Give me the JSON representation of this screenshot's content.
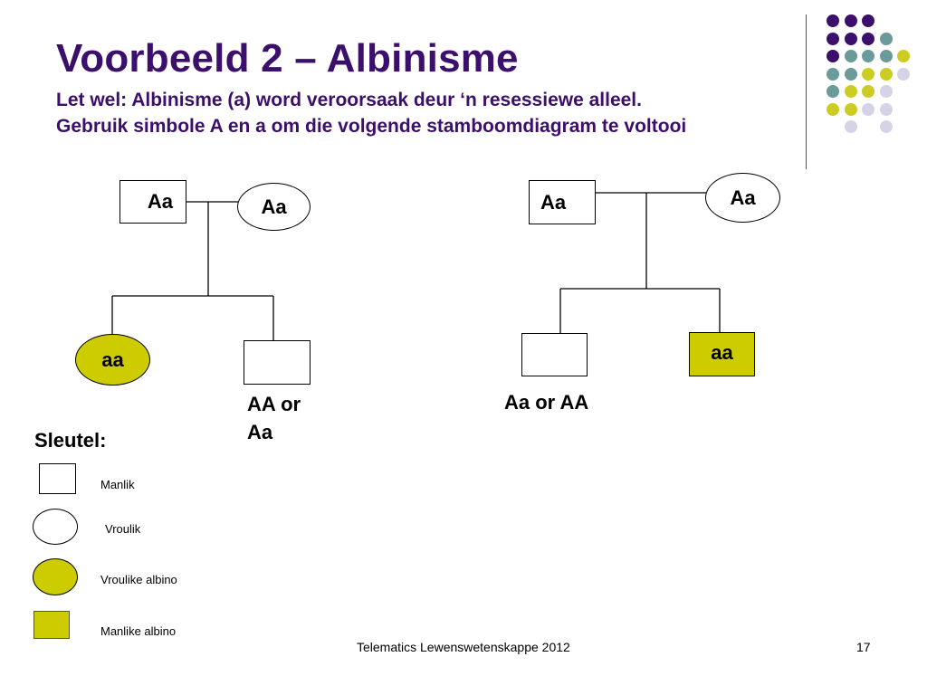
{
  "slide": {
    "title": "Voorbeeld 2 – Albinisme",
    "subtitle_line1": "Let wel: Albinisme (a) word veroorsaak deur ‘n resessiewe alleel.",
    "subtitle_line2": "Gebruik simbole A en a om die volgende stamboomdiagram te voltooi",
    "footer_text": "Telematics Lewenswetenskappe 2012",
    "page_number": "17"
  },
  "pedigree_left": {
    "father": "Aa",
    "mother": "Aa",
    "child1": "aa",
    "child2": "",
    "child2_label_line1": "AA or",
    "child2_label_line2": "Aa"
  },
  "pedigree_right": {
    "father": "Aa",
    "mother": "Aa",
    "child1": "",
    "child1_label": "Aa or AA",
    "child2": "aa"
  },
  "key": {
    "heading": "Sleutel:",
    "male": "Manlik",
    "female": "Vroulik",
    "female_albino": "Vroulike albino",
    "male_albino": "Manlike albino"
  },
  "colors": {
    "title": "#3b0f6b",
    "albino_fill": "#cccc00",
    "dot_purple": "#3b0f6b",
    "dot_teal": "#6a9a9a",
    "dot_yellow": "#cccc22",
    "dot_lavender": "#d4d4e6"
  },
  "decor_dot_grid": [
    [
      "dot_purple",
      "dot_purple",
      "dot_purple",
      null,
      null
    ],
    [
      "dot_purple",
      "dot_purple",
      "dot_purple",
      "dot_teal",
      null
    ],
    [
      "dot_purple",
      "dot_teal",
      "dot_teal",
      "dot_teal",
      "dot_yellow"
    ],
    [
      "dot_teal",
      "dot_teal",
      "dot_yellow",
      "dot_yellow",
      "dot_lavender"
    ],
    [
      "dot_teal",
      "dot_yellow",
      "dot_yellow",
      "dot_lavender",
      null
    ],
    [
      "dot_yellow",
      "dot_yellow",
      "dot_lavender",
      "dot_lavender",
      null
    ],
    [
      null,
      "dot_lavender",
      null,
      "dot_lavender",
      null
    ]
  ]
}
